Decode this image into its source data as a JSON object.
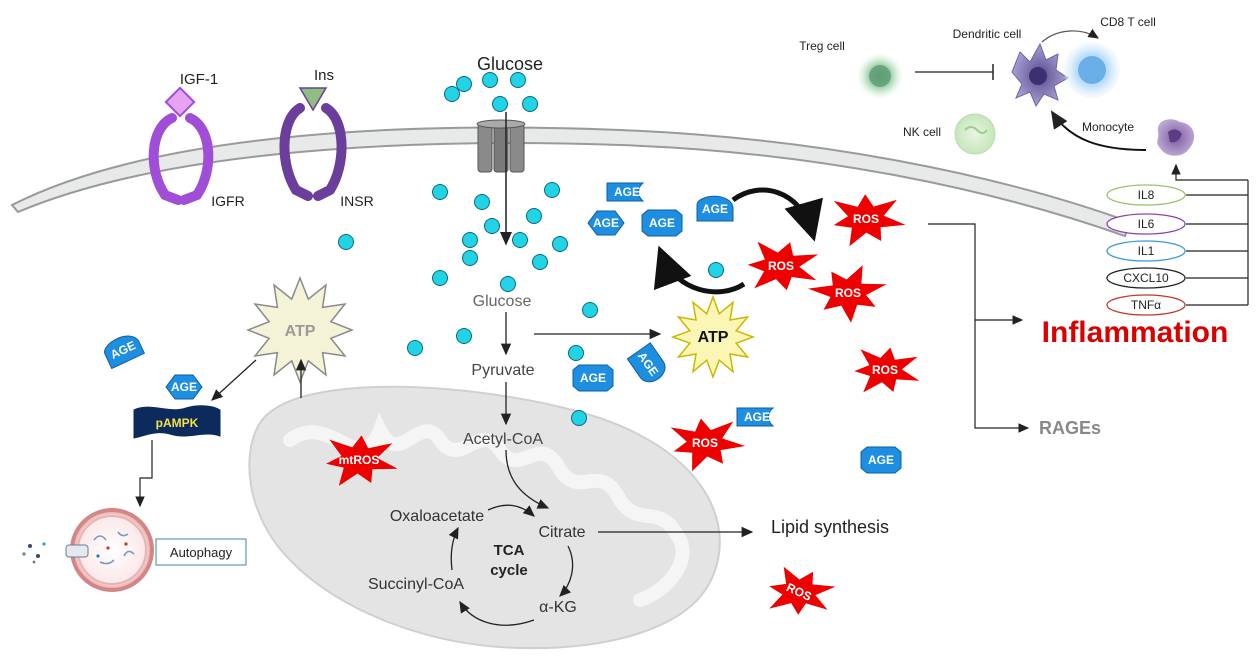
{
  "receptors": {
    "igf1": "IGF-1",
    "igfr": "IGFR",
    "ins": "Ins",
    "insr": "INSR"
  },
  "glucose": {
    "outside": "Glucose",
    "inside": "Glucose"
  },
  "glycolysis": {
    "pyruvate": "Pyruvate",
    "acetyl_coa": "Acetyl-CoA",
    "lipid": "Lipid synthesis"
  },
  "tca": {
    "citrate": "Citrate",
    "akg": "α-KG",
    "succinyl": "Succinyl-CoA",
    "oxaloacetate": "Oxaloacetate",
    "center_line1": "TCA",
    "center_line2": "cycle"
  },
  "energy": {
    "atp_left": "ATP",
    "atp_center": "ATP",
    "pampk": "pAMPK",
    "autophagy": "Autophagy"
  },
  "labels": {
    "age": "AGE",
    "ros": "ROS",
    "mtros": "mtROS",
    "inflammation": "Inflammation",
    "rages": "RAGEs"
  },
  "immune": {
    "treg": "Treg cell",
    "dendritic": "Dendritic cell",
    "cd8": "CD8 T cell",
    "nk": "NK cell",
    "monocyte": "Monocyte"
  },
  "cytokines": [
    {
      "name": "IL8",
      "color": "#9ac26a"
    },
    {
      "name": "IL6",
      "color": "#8e44ad"
    },
    {
      "name": "IL1",
      "color": "#3a9ad9"
    },
    {
      "name": "CXCL10",
      "color": "#222222"
    },
    {
      "name": "TNFα",
      "color": "#c0392b"
    }
  ],
  "colors": {
    "inflammation": "#d90000",
    "rages": "#888888",
    "ros": "#ee0000",
    "age": "#1e8fe0",
    "glucose_dot": "#22d3e6",
    "membrane": "#e8eaea",
    "mitochondria": "#e4e4e4"
  }
}
